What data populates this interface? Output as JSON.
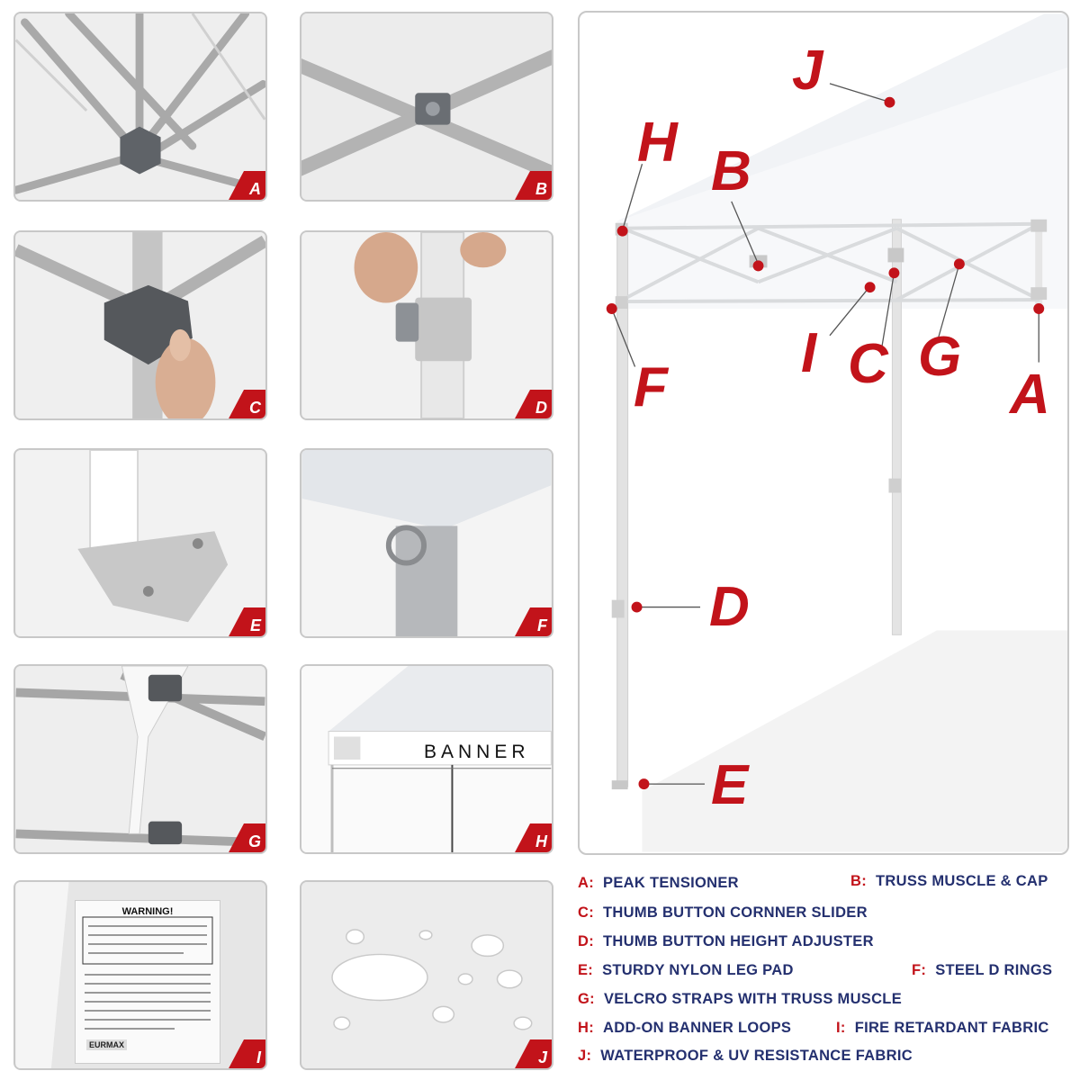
{
  "tiles": [
    {
      "label": "A"
    },
    {
      "label": "B"
    },
    {
      "label": "C"
    },
    {
      "label": "D"
    },
    {
      "label": "E"
    },
    {
      "label": "F"
    },
    {
      "label": "G"
    },
    {
      "label": "H"
    },
    {
      "label": "I"
    },
    {
      "label": "J"
    }
  ],
  "banner_word": "BANNER",
  "warning_title": "WARNING!",
  "logo_text": "EURMAX",
  "main_labels": {
    "J": "J",
    "H": "H",
    "B": "B",
    "I": "I",
    "C": "C",
    "G": "G",
    "A": "A",
    "F": "F",
    "D": "D",
    "E": "E"
  },
  "legend": [
    {
      "key": "A:",
      "text": "PEAK TENSIONER"
    },
    {
      "key": "B:",
      "text": "TRUSS MUSCLE & CAP"
    },
    {
      "key": "C:",
      "text": "THUMB BUTTON CORNNER SLIDER"
    },
    {
      "key": "D:",
      "text": "THUMB BUTTON HEIGHT ADJUSTER"
    },
    {
      "key": "E:",
      "text": "STURDY NYLON LEG PAD"
    },
    {
      "key": "F:",
      "text": "STEEL D RINGS"
    },
    {
      "key": "G:",
      "text": "VELCRO STRAPS WITH TRUSS MUSCLE"
    },
    {
      "key": "H:",
      "text": "ADD-ON BANNER LOOPS"
    },
    {
      "key": "I:",
      "text": "FIRE RETARDANT FABRIC"
    },
    {
      "key": "J:",
      "text": "WATERPROOF & UV RESISTANCE FABRIC"
    }
  ],
  "colors": {
    "accent_red": "#c2131a",
    "legend_navy": "#24306f",
    "frame": "#c8c8c8"
  }
}
